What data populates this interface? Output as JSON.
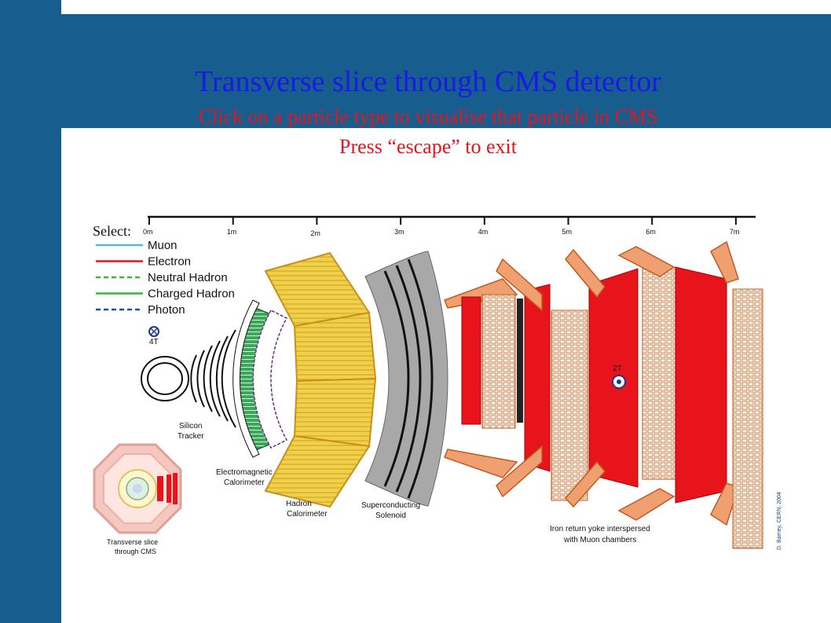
{
  "slide": {
    "title": "Transverse slice through CMS detector",
    "subtitle": "Click on a particle type to visualise that particle in CMS",
    "instruction": "Press “escape” to exit"
  },
  "legend": {
    "select_label": "Select:",
    "items": [
      {
        "label": "Muon",
        "color": "#5ab4dc",
        "style": "solid"
      },
      {
        "label": "Electron",
        "color": "#e8141c",
        "style": "solid"
      },
      {
        "label": "Neutral Hadron",
        "color": "#3cb43c",
        "style": "dashed"
      },
      {
        "label": "Charged Hadron",
        "color": "#3cb43c",
        "style": "solid"
      },
      {
        "label": "Photon",
        "color": "#1e4fa0",
        "style": "dashed"
      }
    ]
  },
  "scale": {
    "ticks": [
      "0m",
      "1m",
      "2m",
      "3m",
      "4m",
      "5m",
      "6m",
      "7m"
    ]
  },
  "labels": {
    "field_inner": "4T",
    "field_outer": "2T",
    "silicon_tracker": [
      "Silicon",
      "Tracker"
    ],
    "ecal": [
      "Electromagnetic",
      "Calorimeter"
    ],
    "hcal": [
      "Hadron",
      "Calorimeter"
    ],
    "solenoid": [
      "Superconducting",
      "Solenoid"
    ],
    "yoke": [
      "Iron return yoke interspersed",
      "with Muon chambers"
    ],
    "inset": [
      "Transverse slice",
      "through CMS"
    ],
    "credit": "D. Barney, CERN, 2004"
  },
  "colors": {
    "background_blue": "#175e8f",
    "title_blue": "#1a1ae6",
    "accent_red": "#e8141c",
    "hcal_yellow": "#f0d04a",
    "ecal_green": "#3aa858",
    "solenoid_gray": "#a8a8a8",
    "yoke_red": "#e8141c",
    "yoke_orange": "#f0a070"
  }
}
